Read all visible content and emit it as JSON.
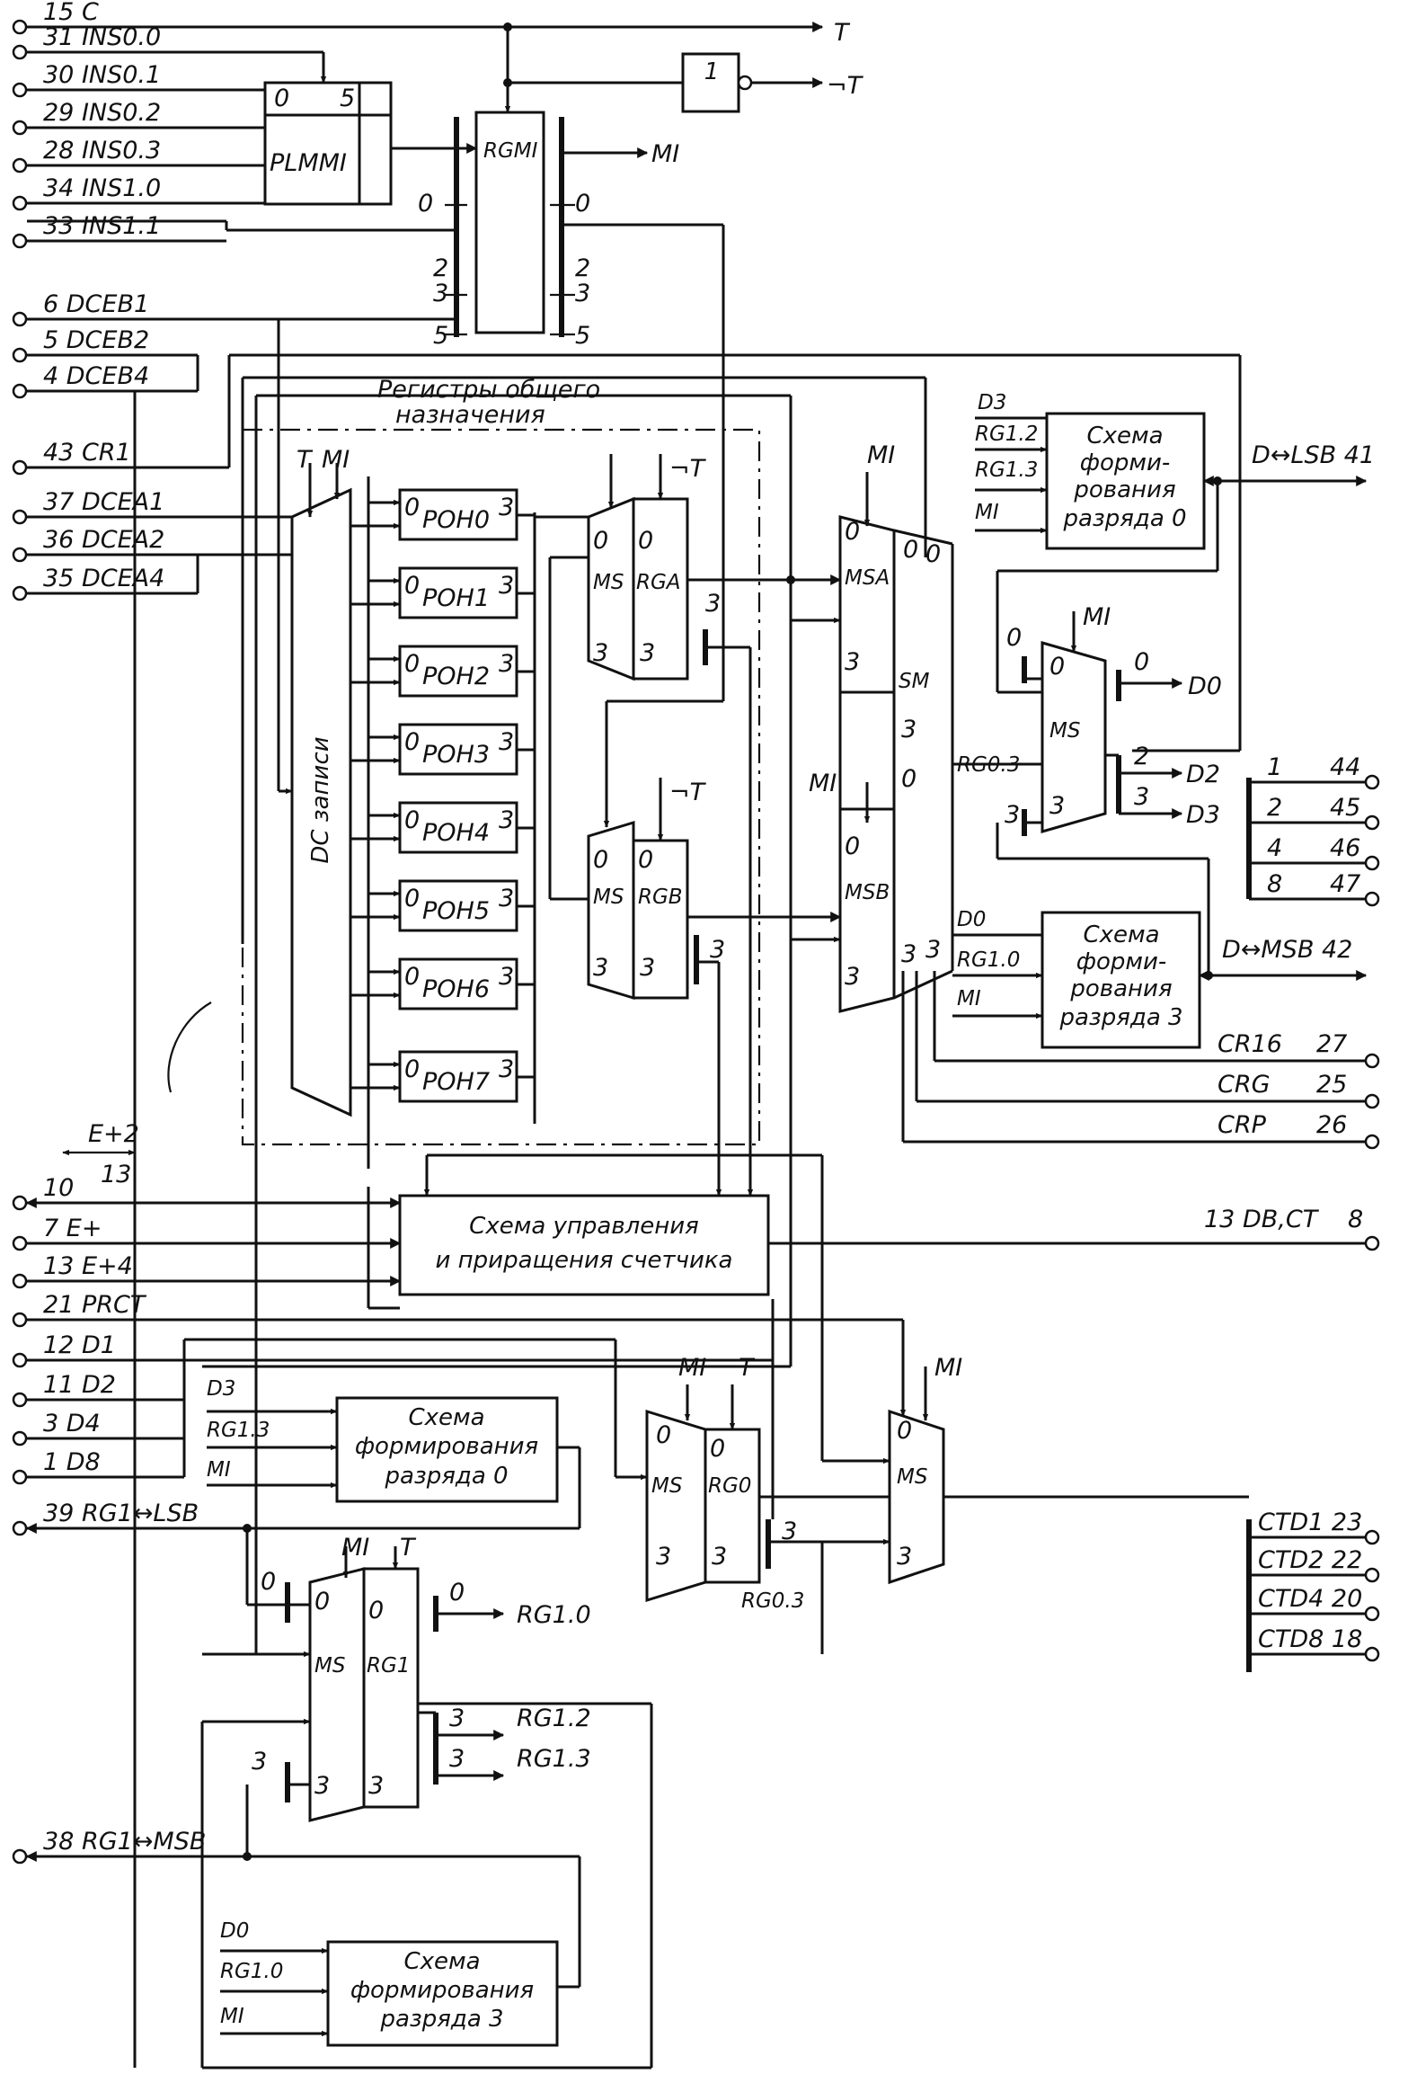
{
  "pins_left": [
    {
      "id": "p15",
      "label": "15  C"
    },
    {
      "id": "p31",
      "label": "31 INS0.0"
    },
    {
      "id": "p30",
      "label": "30 INS0.1"
    },
    {
      "id": "p29",
      "label": "29 INS0.2"
    },
    {
      "id": "p28",
      "label": "28 INS0.3"
    },
    {
      "id": "p34",
      "label": "34 INS1.0"
    },
    {
      "id": "p33",
      "label": "33 INS1.1"
    },
    {
      "id": "p6",
      "label": "6 DCEB1"
    },
    {
      "id": "p5",
      "label": "5 DCEB2"
    },
    {
      "id": "p4",
      "label": "4 DCEB4"
    },
    {
      "id": "p43",
      "label": "43 CR1"
    },
    {
      "id": "p37",
      "label": "37 DCEA1"
    },
    {
      "id": "p36",
      "label": "36 DCEA2"
    },
    {
      "id": "p35",
      "label": "35 DCEA4"
    },
    {
      "id": "p10",
      "label": "10"
    },
    {
      "id": "p7",
      "label": "7  E+"
    },
    {
      "id": "p13",
      "label": "13  E+4"
    },
    {
      "id": "p21",
      "label": "21 PRCT"
    },
    {
      "id": "p12",
      "label": "12  D1"
    },
    {
      "id": "p11",
      "label": "11  D2"
    },
    {
      "id": "p3",
      "label": "3  D4"
    },
    {
      "id": "p1",
      "label": "1  D8"
    },
    {
      "id": "p39",
      "label": "39 RG1↔LSB"
    },
    {
      "id": "p38",
      "label": "38 RG1↔MSB"
    }
  ],
  "e2_label": {
    "top": "E+2",
    "bottom": "13"
  },
  "pins_right": [
    {
      "id": "r41",
      "label": "D↔LSB 41"
    },
    {
      "id": "r1",
      "label": "1",
      "num": "44"
    },
    {
      "id": "r2",
      "label": "2",
      "num": "45"
    },
    {
      "id": "r4",
      "label": "4",
      "num": "46"
    },
    {
      "id": "r8",
      "label": "8",
      "num": "47"
    },
    {
      "id": "r42",
      "label": "D↔MSB 42"
    },
    {
      "id": "r27",
      "label": "CR16",
      "num": "27"
    },
    {
      "id": "r25",
      "label": "CRG",
      "num": "25"
    },
    {
      "id": "r26",
      "label": "CRP",
      "num": "26"
    },
    {
      "id": "r8db",
      "label": "13 DB,CT",
      "num": "8"
    },
    {
      "id": "r23",
      "label": "CTD1 23"
    },
    {
      "id": "r22",
      "label": "CTD2 22"
    },
    {
      "id": "r20",
      "label": "CTD4 20"
    },
    {
      "id": "r18",
      "label": "CTD8 18"
    }
  ],
  "clock": {
    "t": "T",
    "nt": "¬T",
    "inv": "1"
  },
  "plmmi": {
    "label": "PLMMI",
    "b0": "0",
    "b5": "5"
  },
  "rgmi": {
    "label": "RGMI",
    "out": "MI",
    "tap0": "0",
    "tap2": "2",
    "tap3": "3",
    "tap5": "5"
  },
  "gpr_title": {
    "line1": "Регистры общего",
    "line2": "назначения"
  },
  "dc": {
    "label": "DC записи",
    "t": "T",
    "mi": "MI"
  },
  "poh": [
    "POH0",
    "POH1",
    "POH2",
    "POH3",
    "POH4",
    "POH5",
    "POH6",
    "POH7"
  ],
  "bit0": "0",
  "bit3": "3",
  "ms_label": "MS",
  "rga": {
    "label": "RGA",
    "nt": "¬T"
  },
  "rgb": {
    "label": "RGB",
    "nt": "¬T"
  },
  "alu": {
    "msa": "MSA",
    "msb": "MSB",
    "sm": "SM",
    "mi": "MI"
  },
  "sf0_top": {
    "l1": "Схема",
    "l2": "форми-",
    "l3": "рования",
    "l4": "разряда 0",
    "in1": "D3",
    "in2": "RG1.2",
    "in3": "RG1.3",
    "in4": "MI"
  },
  "sf3_top": {
    "l1": "Схема",
    "l2": "форми-",
    "l3": "рования",
    "l4": "разряда 3",
    "in1": "D0",
    "in2": "RG1.0",
    "in3": "MI"
  },
  "ms_out": {
    "mi": "MI",
    "rg03": "RG0.3",
    "d0": "D0",
    "d2": "D2",
    "d3": "D3",
    "t0": "0",
    "t2": "2",
    "t3": "3"
  },
  "ctrl": {
    "l1": "Схема управления",
    "l2": "и приращения счетчика"
  },
  "rg0": {
    "label": "RG0",
    "mi": "MI",
    "t": "T",
    "out": "RG0.3"
  },
  "msct": {
    "mi": "MI"
  },
  "sf0_bot": {
    "l1": "Схема",
    "l2": "формирования",
    "l3": "разряда 0",
    "in1": "D3",
    "in2": "RG1.3",
    "in3": "MI"
  },
  "rg1": {
    "label": "RG1",
    "mi": "MI",
    "t": "T",
    "o0": "RG1.0",
    "o2": "RG1.2",
    "o3": "RG1.3"
  },
  "sf3_bot": {
    "l1": "Схема",
    "l2": "формирования",
    "l3": "разряда 3",
    "in1": "D0",
    "in2": "RG1.0",
    "in3": "MI"
  }
}
